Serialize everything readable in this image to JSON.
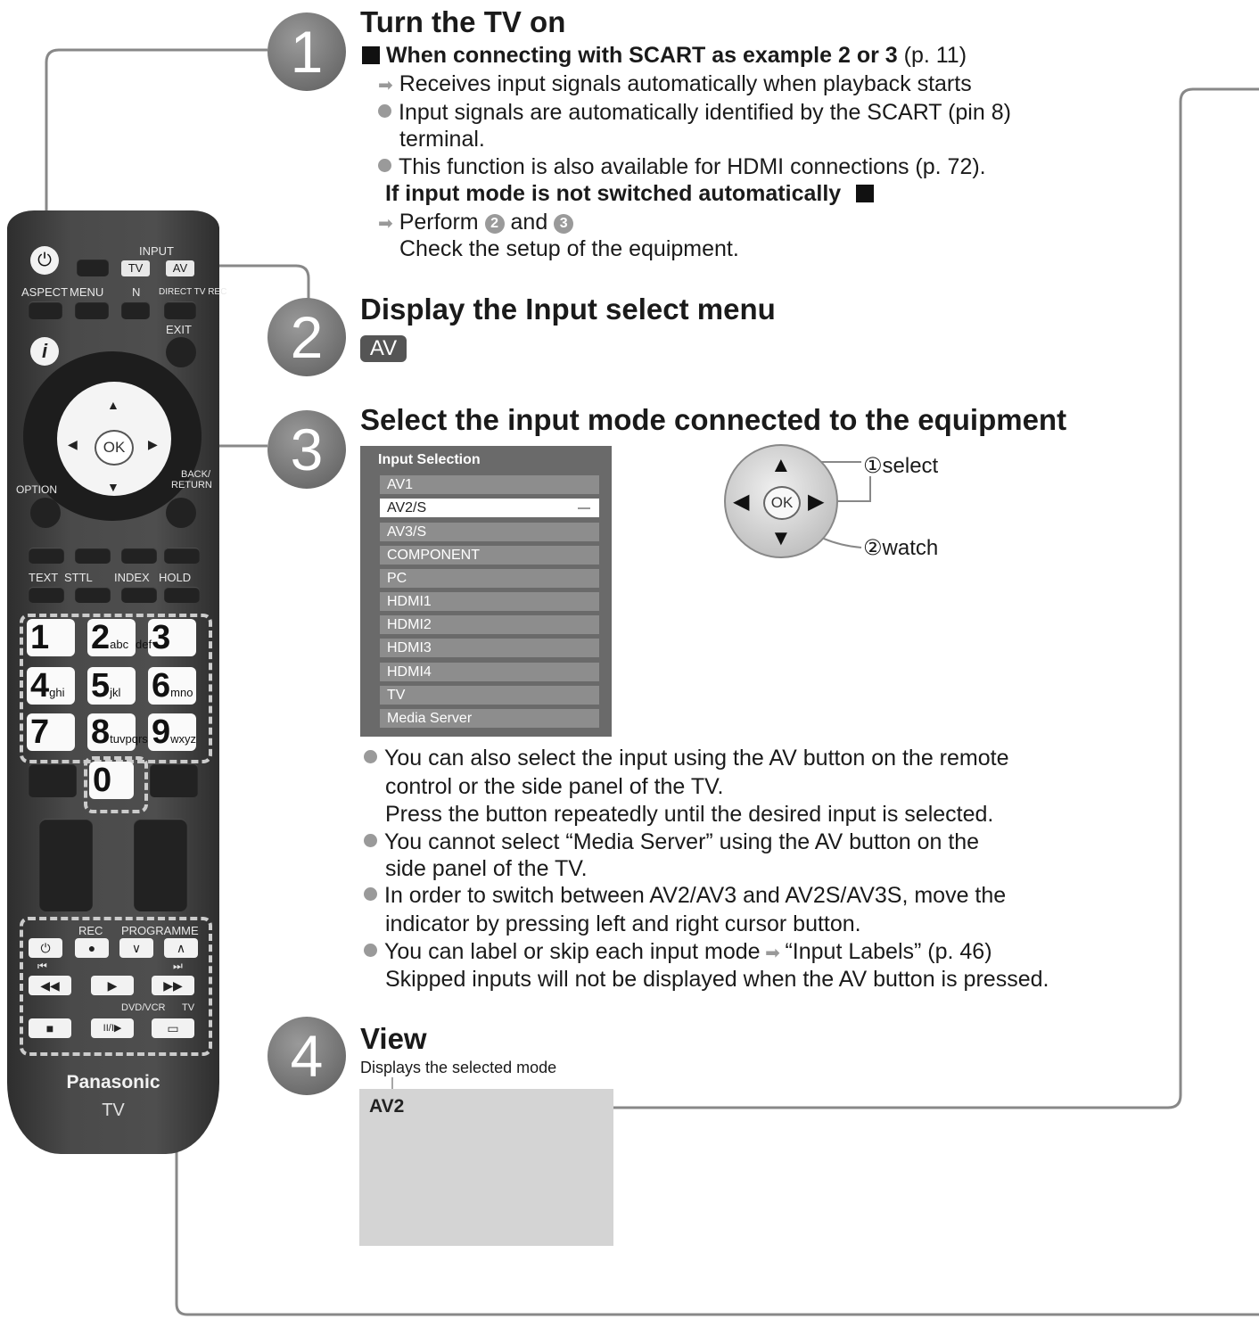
{
  "steps": [
    {
      "num": "1",
      "title": "Turn the TV on"
    },
    {
      "num": "2",
      "title": "Display the Input select menu"
    },
    {
      "num": "3",
      "title": "Select the input mode connected to the equipment"
    },
    {
      "num": "4",
      "title": "View"
    }
  ],
  "step1": {
    "scart_heading": "When connecting with SCART as example 2 or 3",
    "scart_ref": "(p. 11)",
    "receives": "Receives input signals automatically when playback starts",
    "input_signals_1": "Input signals are automatically identified by the SCART (pin 8)",
    "input_signals_2": "terminal.",
    "hdmi": "This function is also available for HDMI connections (p. 72).",
    "not_switched": "If input mode is not switched automatically",
    "perform_pre": "Perform",
    "perform_and": "and",
    "badge2": "2",
    "badge3": "3",
    "check": "Check the setup of the equipment."
  },
  "step2": {
    "av_key": "AV"
  },
  "step3": {
    "menu_title": "Input Selection",
    "menu_items": [
      "AV1",
      "AV2/S",
      "AV3/S",
      "COMPONENT",
      "PC",
      "HDMI1",
      "HDMI2",
      "HDMI3",
      "HDMI4",
      "TV",
      "Media Server"
    ],
    "select_label": "①select",
    "watch_label": "②watch",
    "ok": "OK",
    "notes": [
      "You can also select the input using the AV button on the remote",
      "control or the side panel of the TV.",
      "Press the button repeatedly until the desired input is selected.",
      "You cannot select “Media Server” using the AV button on the",
      "side panel of the TV.",
      "In order to switch between AV2/AV3 and AV2S/AV3S, move the",
      "indicator by pressing left and right cursor button.",
      "You can label or skip each input mode",
      "“Input Labels” (p. 46)",
      "Skipped inputs will not be displayed when the AV button is pressed."
    ]
  },
  "step4": {
    "caption": "Displays the selected mode",
    "display": "AV2"
  },
  "remote": {
    "input": "INPUT",
    "tv": "TV",
    "av": "AV",
    "aspect": "ASPECT",
    "menu": "MENU",
    "n": "N",
    "direct_tv_rec": "DIRECT TV REC",
    "exit": "EXIT",
    "info": "i",
    "ok": "OK",
    "option": "OPTION",
    "back_return": "BACK/ RETURN",
    "text": "TEXT",
    "sttl": "STTL",
    "index": "INDEX",
    "hold": "HOLD",
    "numkeys": [
      {
        "d": "1",
        "s": ""
      },
      {
        "d": "2",
        "s": "abc"
      },
      {
        "d": "3",
        "s": "def"
      },
      {
        "d": "4",
        "s": "ghi"
      },
      {
        "d": "5",
        "s": "jkl"
      },
      {
        "d": "6",
        "s": "mno"
      },
      {
        "d": "7",
        "s": ""
      },
      {
        "d": "8",
        "s": "tuv"
      },
      {
        "d": "9",
        "s": "wxyz"
      }
    ],
    "zero": "0",
    "pqrs": "pqrs",
    "rec": "REC",
    "programme": "PROGRAMME",
    "dvd_vcr": "DVD/VCR",
    "tv2": "TV",
    "brand": "Panasonic",
    "model": "TV"
  }
}
